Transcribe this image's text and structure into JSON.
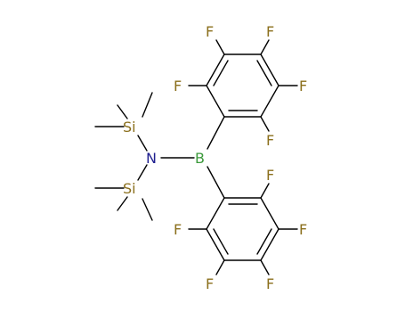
{
  "molecule": {
    "atom_labels": {
      "si_top": "Si",
      "si_bottom": "Si",
      "nitrogen": "N",
      "boron": "B",
      "f": "F"
    },
    "colors": {
      "F": "#8b6f1c",
      "Si": "#8b6f1c",
      "N": "#1f1f8f",
      "B": "#3c9a3c",
      "bond": "#000000"
    }
  }
}
